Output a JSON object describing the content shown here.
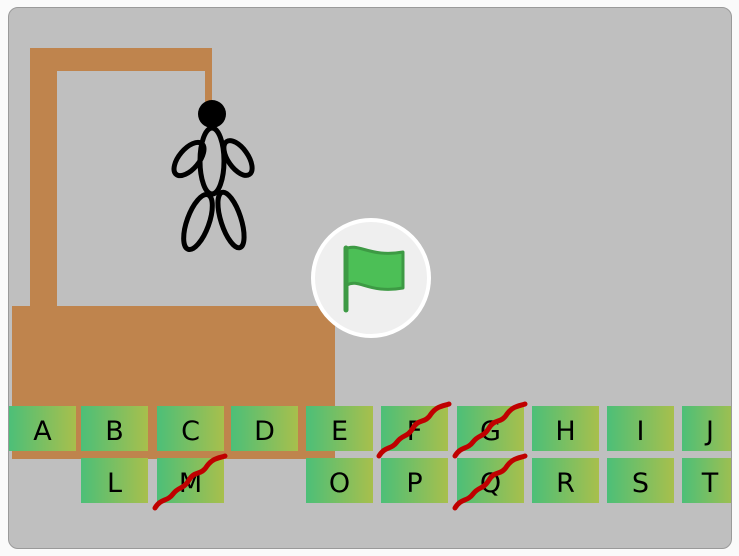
{
  "colors": {
    "wood": "#bf844d",
    "stage": "#bfbfbf",
    "tile_left": "#4cbf78",
    "tile_right": "#a8bf4c",
    "strike": "#c00000",
    "flag": "#4cbf56"
  },
  "flag_button": {
    "icon": "green-flag-icon"
  },
  "letters": {
    "row1": [
      {
        "label": "A",
        "crossed": false
      },
      {
        "label": "B",
        "crossed": false
      },
      {
        "label": "C",
        "crossed": false
      },
      {
        "label": "D",
        "crossed": false
      },
      {
        "label": "E",
        "crossed": false
      },
      {
        "label": "F",
        "crossed": true
      },
      {
        "label": "G",
        "crossed": true
      },
      {
        "label": "H",
        "crossed": false
      },
      {
        "label": "I",
        "crossed": false
      },
      {
        "label": "J",
        "crossed": false
      }
    ],
    "row2": [
      {
        "label": "L",
        "crossed": false
      },
      {
        "label": "M",
        "crossed": true
      },
      {
        "label": "O",
        "crossed": false
      },
      {
        "label": "P",
        "crossed": false
      },
      {
        "label": "Q",
        "crossed": true
      },
      {
        "label": "R",
        "crossed": false
      },
      {
        "label": "S",
        "crossed": false
      },
      {
        "label": "T",
        "crossed": false
      }
    ]
  }
}
